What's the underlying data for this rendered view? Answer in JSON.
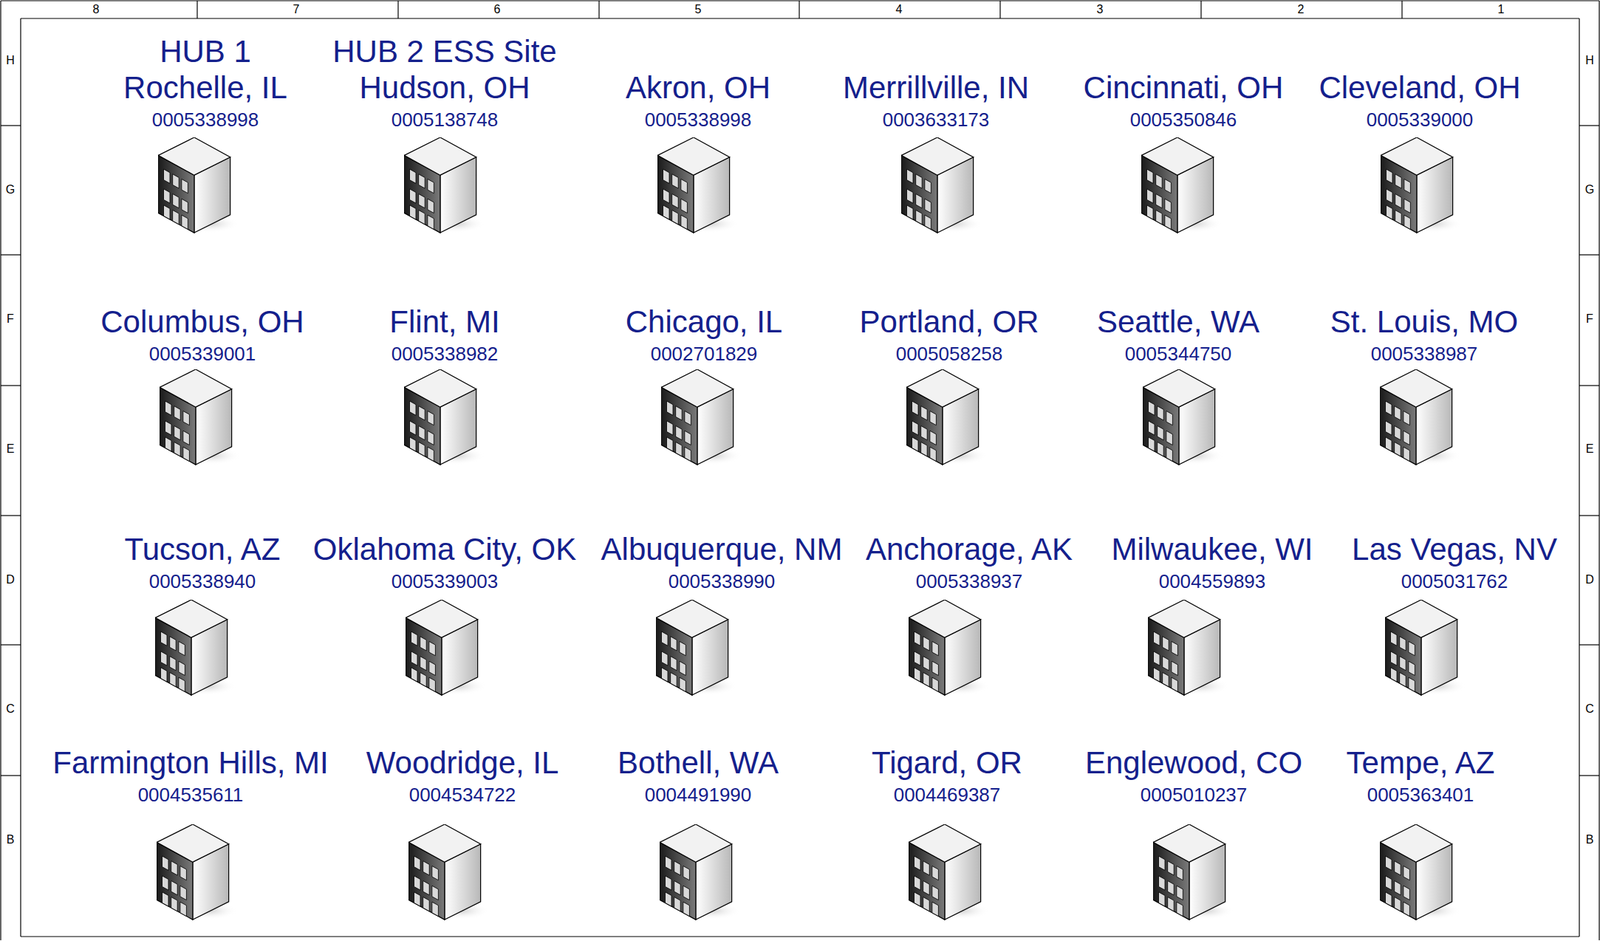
{
  "diagram": {
    "nodes": [
      {
        "text": [
          "HUB 1",
          "Rochelle, IL",
          "0005338998"
        ]
      },
      {
        "text": [
          "HUB 2 ESS Site",
          "Hudson, OH",
          "0005138748"
        ]
      },
      {
        "text": [
          "Akron, OH",
          "0005338998"
        ]
      },
      {
        "text": [
          "Merrillville, IN",
          "0003633173"
        ]
      },
      {
        "text": [
          "Cincinnati, OH",
          "0005350846"
        ]
      },
      {
        "text": [
          "Cleveland, OH",
          "0005339000"
        ]
      },
      {
        "text": [
          "Columbus, OH",
          "0005339001"
        ]
      },
      {
        "text": [
          "Flint, MI",
          "0005338982"
        ]
      },
      {
        "text": [
          "Chicago, IL",
          "0002701829"
        ]
      },
      {
        "text": [
          "Portland, OR",
          "0005058258"
        ]
      },
      {
        "text": [
          "Seattle, WA",
          "0005344750"
        ]
      },
      {
        "text": [
          "St. Louis, MO",
          "0005338987"
        ]
      },
      {
        "text": [
          "Tucson, AZ",
          "0005338940"
        ]
      },
      {
        "text": [
          "Oklahoma City, OK",
          "0005339003"
        ]
      },
      {
        "text": [
          "Albuquerque, NM",
          "0005338990"
        ]
      },
      {
        "text": [
          "Anchorage, AK",
          "0005338937"
        ]
      },
      {
        "text": [
          "Milwaukee, WI",
          "0004559893"
        ]
      },
      {
        "text": [
          "Las Vegas, NV",
          "0005031762"
        ]
      },
      {
        "text": [
          "Farmington Hills, MI",
          "0004535611"
        ]
      },
      {
        "text": [
          "Woodridge, IL",
          "0004534722"
        ]
      },
      {
        "text": [
          "Bothell, WA",
          "0004491990"
        ]
      },
      {
        "text": [
          "Tigard, OR",
          "0004469387"
        ]
      },
      {
        "text": [
          "Englewood, CO",
          "0005010237"
        ]
      },
      {
        "text": [
          "Tempe, AZ",
          "0005363401"
        ]
      }
    ],
    "labels": [
      "8",
      "7",
      "6",
      "5",
      "4",
      "3",
      "2",
      "1",
      "H",
      "G",
      "F",
      "E",
      "D",
      "C",
      "B",
      "H",
      "G",
      "F",
      "E",
      "D",
      "C",
      "B"
    ]
  }
}
